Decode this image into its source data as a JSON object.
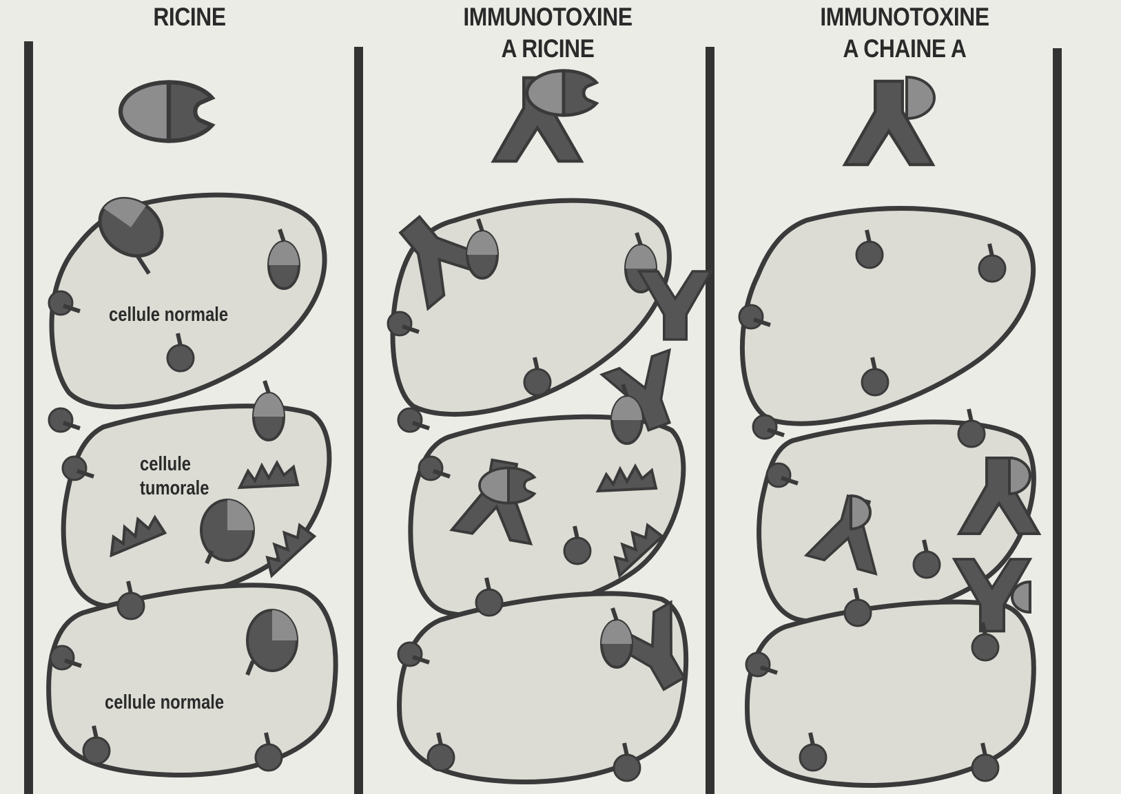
{
  "columns": [
    {
      "title": "RICINE"
    },
    {
      "title": "IMMUNOTOXINE\nA RICINE"
    },
    {
      "title": "IMMUNOTOXINE\nA CHAINE A"
    }
  ],
  "labels": {
    "normal_top": "cellule normale",
    "tumor_line1": "cellule",
    "tumor_line2": "tumorale",
    "normal_bottom": "cellule normale"
  },
  "colors": {
    "background": "#ecece7",
    "cell_fill": "#dcdcd5",
    "outline": "#3a3a3a",
    "dark_shape": "#555555",
    "light_half": "#8d8d8d"
  },
  "icons": [
    "ricin-molecule-icon",
    "antibody-icon",
    "receptor-icon",
    "toxin-fragment-icon"
  ]
}
